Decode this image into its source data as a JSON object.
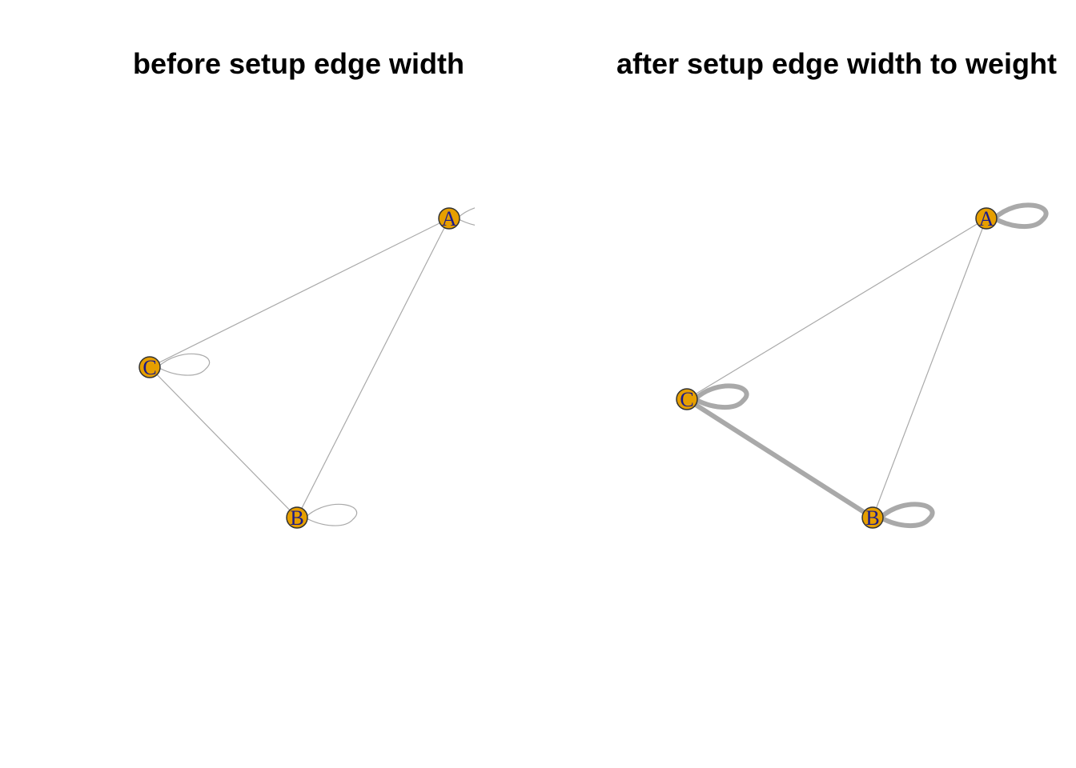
{
  "panels": [
    {
      "title": "before setup edge width",
      "nodes": [
        {
          "id": "A",
          "label": "A"
        },
        {
          "id": "B",
          "label": "B"
        },
        {
          "id": "C",
          "label": "C"
        }
      ],
      "edges": [
        {
          "from": "A",
          "to": "C",
          "weight": 1
        },
        {
          "from": "A",
          "to": "B",
          "weight": 1
        },
        {
          "from": "C",
          "to": "B",
          "weight": 1
        },
        {
          "from": "A",
          "to": "A",
          "weight": 1
        },
        {
          "from": "B",
          "to": "B",
          "weight": 1
        },
        {
          "from": "C",
          "to": "C",
          "weight": 1
        }
      ]
    },
    {
      "title": "after setup edge width to weight",
      "nodes": [
        {
          "id": "A",
          "label": "A"
        },
        {
          "id": "B",
          "label": "B"
        },
        {
          "id": "C",
          "label": "C"
        }
      ],
      "edges": [
        {
          "from": "A",
          "to": "C",
          "weight": 1
        },
        {
          "from": "A",
          "to": "B",
          "weight": 1
        },
        {
          "from": "C",
          "to": "B",
          "weight": 5
        },
        {
          "from": "A",
          "to": "A",
          "weight": 5
        },
        {
          "from": "B",
          "to": "B",
          "weight": 5
        },
        {
          "from": "C",
          "to": "C",
          "weight": 5
        }
      ]
    }
  ],
  "colors": {
    "node_fill": "#E69F00",
    "node_stroke": "#333333",
    "edge": "#A9A9A9",
    "label": "#1a1a8c"
  }
}
